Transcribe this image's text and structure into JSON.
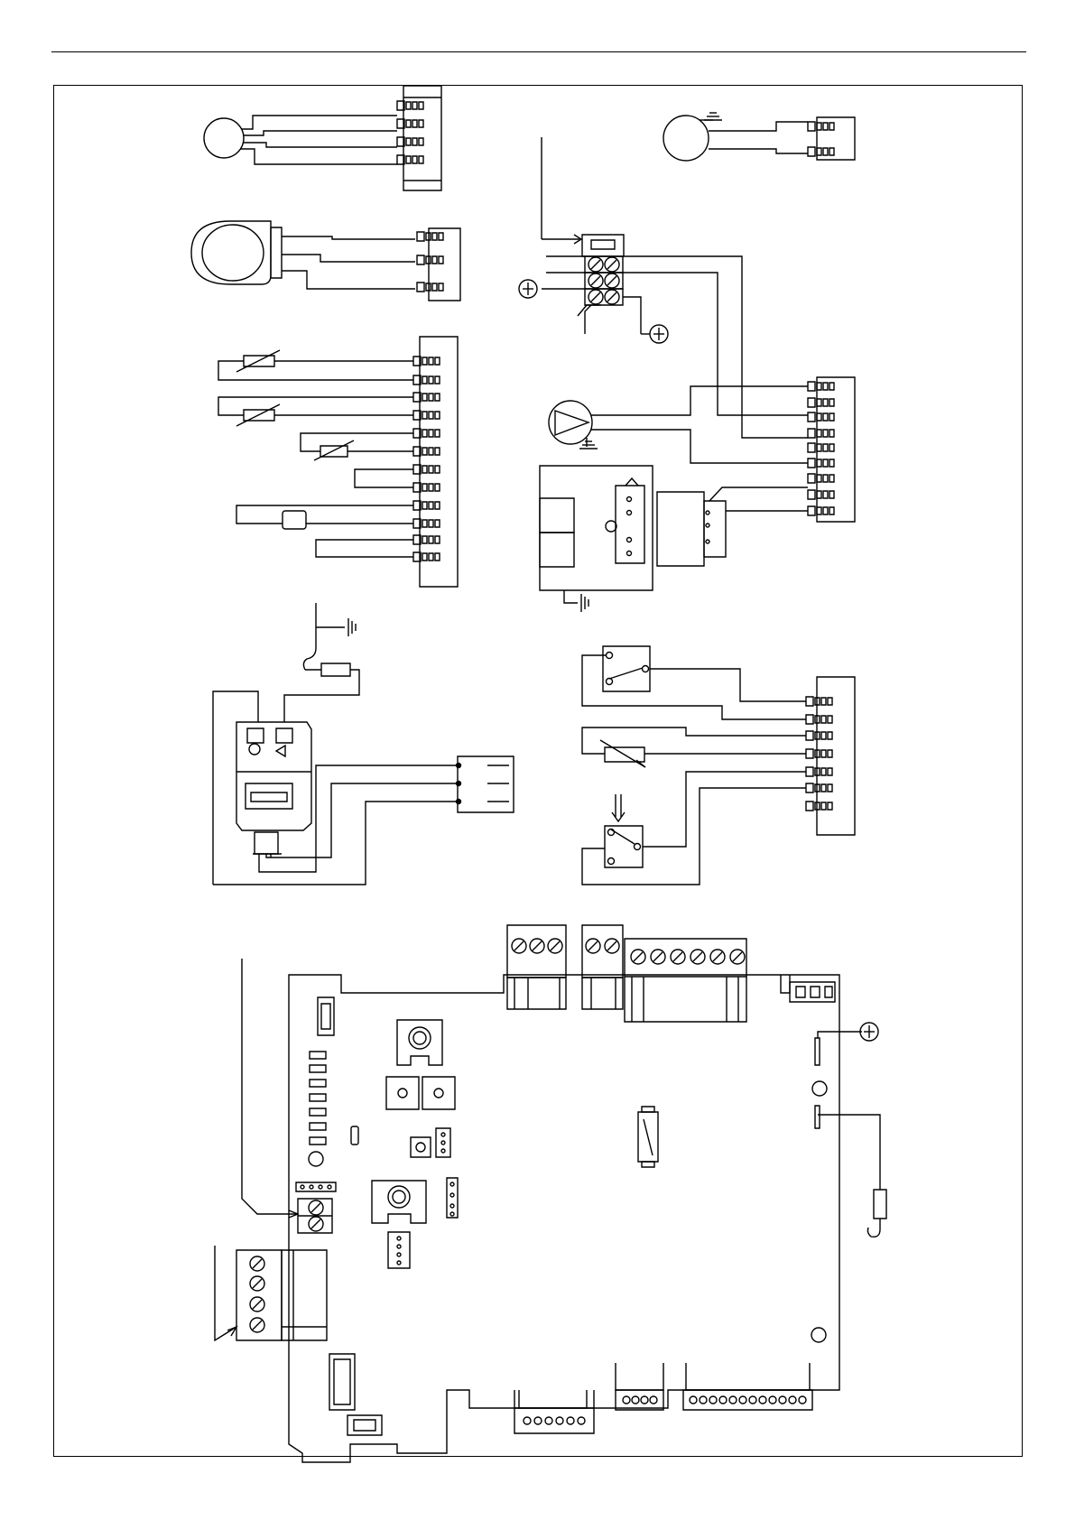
{
  "diagram": {
    "line_color": "#000000",
    "background": "#ffffff",
    "components": {
      "fan_motor": "circle",
      "gas_valve": "coil",
      "ntc_sensors": "resistor",
      "terminal_blocks": "connector",
      "pump": "pump-symbol",
      "ignition_transformer": "transformer",
      "main_pcb": "pcb-outline"
    }
  }
}
